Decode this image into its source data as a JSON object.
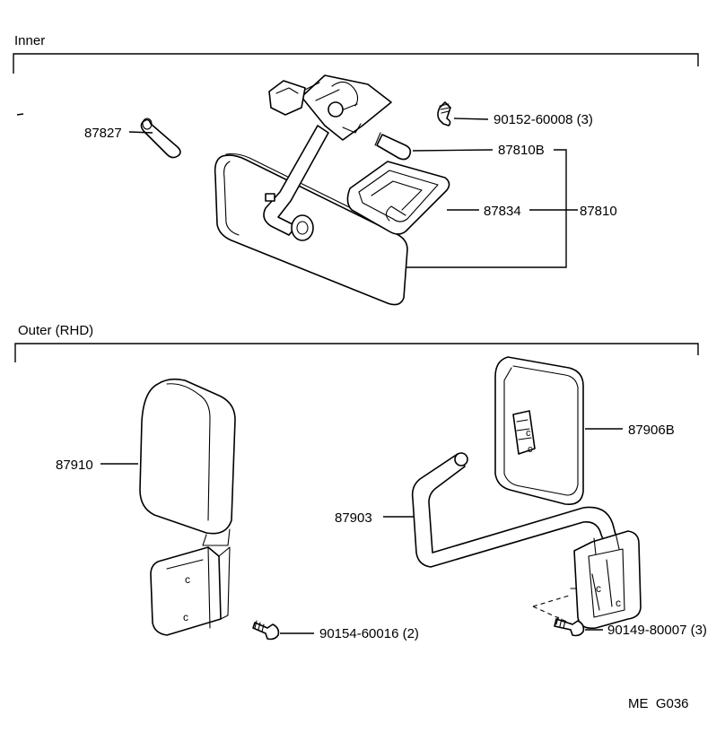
{
  "sections": {
    "inner": "Inner",
    "outer": "Outer (RHD)"
  },
  "labels": {
    "p87827": "87827",
    "p90152": "90152-60008 (3)",
    "p87810b": "87810B",
    "p87834": "87834",
    "p87810": "87810",
    "p87910": "87910",
    "p87906b": "87906B",
    "p87903": "87903",
    "p90154": "90154-60016 (2)",
    "p90149": "90149-80007 (3)"
  },
  "footer": {
    "code": "ME  G036"
  }
}
